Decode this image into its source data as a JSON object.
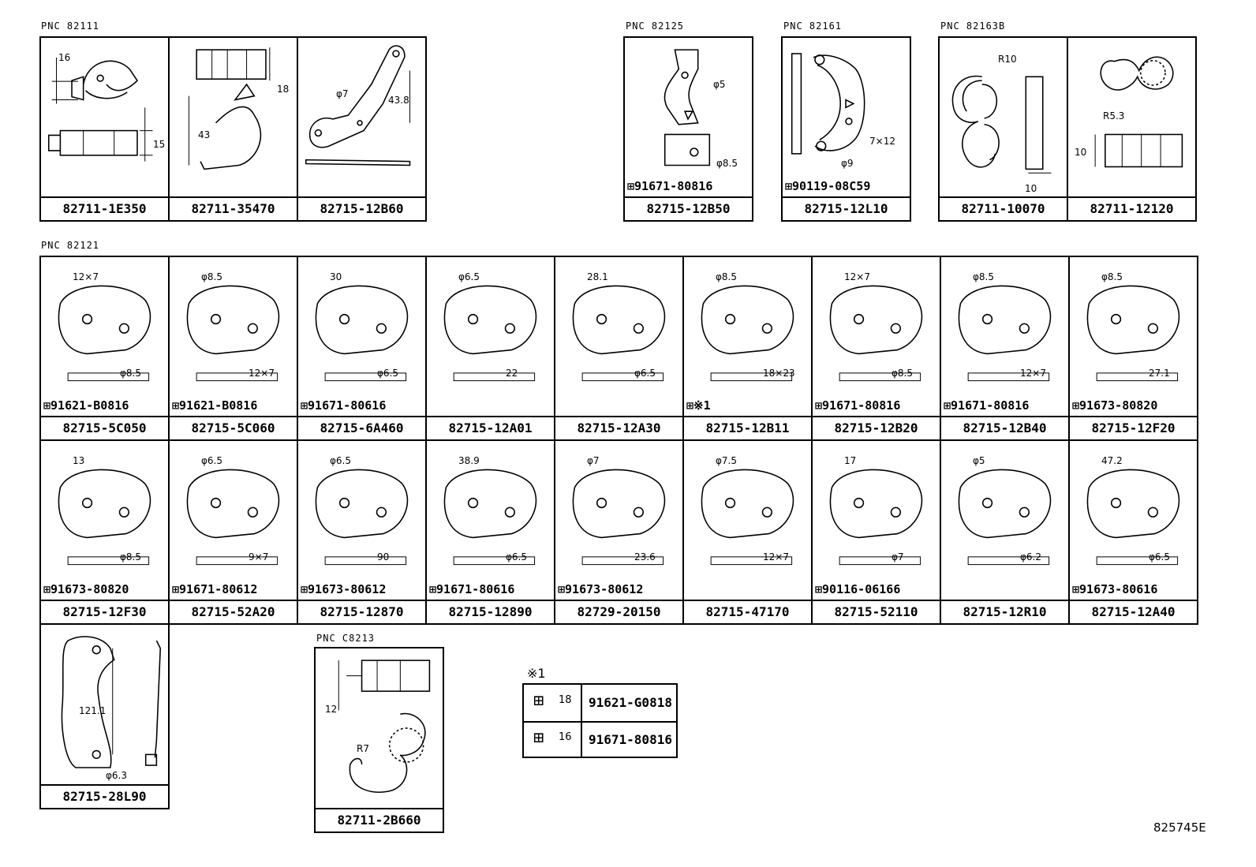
{
  "pnc_labels": [
    "PNC 82111",
    "PNC 82125",
    "PNC 82161",
    "PNC 82163B",
    "PNC 82121",
    "PNC C8213"
  ],
  "cells": [
    {
      "id": "c1",
      "part": "82711-1E350",
      "bolt": "",
      "dims": [
        "16",
        "15"
      ]
    },
    {
      "id": "c2",
      "part": "82711-35470",
      "bolt": "",
      "dims": [
        "18",
        "43"
      ]
    },
    {
      "id": "c3",
      "part": "82715-12B60",
      "bolt": "",
      "dims": [
        "φ7",
        "43.8"
      ]
    },
    {
      "id": "c4",
      "part": "82715-12B50",
      "bolt": "91671-80816",
      "dims": [
        "φ5",
        "φ8.5"
      ]
    },
    {
      "id": "c5",
      "part": "82715-12L10",
      "bolt": "90119-08C59",
      "dims": [
        "7×12",
        "φ9"
      ]
    },
    {
      "id": "c6",
      "part": "82711-10070",
      "bolt": "",
      "dims": [
        "R10",
        "10"
      ]
    },
    {
      "id": "c7",
      "part": "82711-12120",
      "bolt": "",
      "dims": [
        "R5.3",
        "10"
      ]
    },
    {
      "id": "r1",
      "part": "82715-5C050",
      "bolt": "91621-B0816",
      "dims": [
        "12×7",
        "φ8.5"
      ]
    },
    {
      "id": "r2",
      "part": "82715-5C060",
      "bolt": "91621-B0816",
      "dims": [
        "φ8.5",
        "12×7"
      ]
    },
    {
      "id": "r3",
      "part": "82715-6A460",
      "bolt": "91671-80616",
      "dims": [
        "30",
        "φ6.5"
      ]
    },
    {
      "id": "r4",
      "part": "82715-12A01",
      "bolt": "",
      "dims": [
        "φ6.5",
        "22"
      ]
    },
    {
      "id": "r5",
      "part": "82715-12A30",
      "bolt": "",
      "dims": [
        "28.1",
        "φ6.5"
      ]
    },
    {
      "id": "r6",
      "part": "82715-12B11",
      "bolt": "※1",
      "dims": [
        "φ8.5",
        "18×23"
      ]
    },
    {
      "id": "r7",
      "part": "82715-12B20",
      "bolt": "91671-80816",
      "dims": [
        "12×7",
        "φ8.5"
      ]
    },
    {
      "id": "r8",
      "part": "82715-12B40",
      "bolt": "91671-80816",
      "dims": [
        "φ8.5",
        "12×7"
      ]
    },
    {
      "id": "r9",
      "part": "82715-12F20",
      "bolt": "91673-80820",
      "dims": [
        "φ8.5",
        "27.1"
      ]
    },
    {
      "id": "s1",
      "part": "82715-12F30",
      "bolt": "91673-80820",
      "dims": [
        "13",
        "φ8.5"
      ]
    },
    {
      "id": "s2",
      "part": "82715-52A20",
      "bolt": "91671-80612",
      "dims": [
        "φ6.5",
        "9×7"
      ]
    },
    {
      "id": "s3",
      "part": "82715-12870",
      "bolt": "91673-80612",
      "dims": [
        "φ6.5",
        "90"
      ]
    },
    {
      "id": "s4",
      "part": "82715-12890",
      "bolt": "91671-80616",
      "dims": [
        "38.9",
        "φ6.5"
      ]
    },
    {
      "id": "s5",
      "part": "82729-20150",
      "bolt": "91673-80612",
      "dims": [
        "φ7",
        "23.6"
      ]
    },
    {
      "id": "s6",
      "part": "82715-47170",
      "bolt": "",
      "dims": [
        "φ7.5",
        "12×7"
      ]
    },
    {
      "id": "s7",
      "part": "82715-52110",
      "bolt": "90116-06166",
      "dims": [
        "17",
        "φ7"
      ]
    },
    {
      "id": "s8",
      "part": "82715-12R10",
      "bolt": "",
      "dims": [
        "φ5",
        "φ6.2"
      ]
    },
    {
      "id": "s9",
      "part": "82715-12A40",
      "bolt": "91673-80616",
      "dims": [
        "47.2",
        "φ6.5"
      ]
    },
    {
      "id": "t1",
      "part": "82715-28L90",
      "bolt": "",
      "dims": [
        "121.1",
        "φ6.3"
      ]
    },
    {
      "id": "t2",
      "part": "82711-2B660",
      "bolt": "",
      "dims": [
        "12",
        "R7"
      ]
    }
  ],
  "note": {
    "mark": "※1",
    "rows": [
      {
        "length": "18",
        "code": "91621-G0818"
      },
      {
        "length": "16",
        "code": "91671-80816"
      }
    ]
  },
  "reference": "825745E"
}
